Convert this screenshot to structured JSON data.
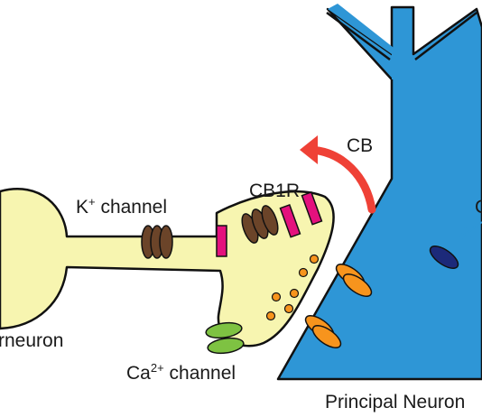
{
  "labels": {
    "k_channel": "K",
    "k_channel_sup": "+",
    "k_channel_suffix": " channel",
    "cb1r": "CB1R",
    "cb": "CB",
    "ca_channel": "Ca",
    "ca_channel_sup": "2+",
    "ca_channel_suffix": " channel",
    "interneuron_partial": "rneuron",
    "principal_neuron_partial": "Principal Neuron",
    "cut_off_letter": "C"
  },
  "colors": {
    "interneuron_fill": "#f7f5b0",
    "principal_neuron_fill": "#2e96d6",
    "k_channel": "#6b4429",
    "cb1r": "#e4117d",
    "ca_channel": "#7ec242",
    "vesicle": "#f7941d",
    "cb_arrow": "#ef4136",
    "receptor_dark_blue": "#1c2a7a",
    "outline": "#111111"
  }
}
